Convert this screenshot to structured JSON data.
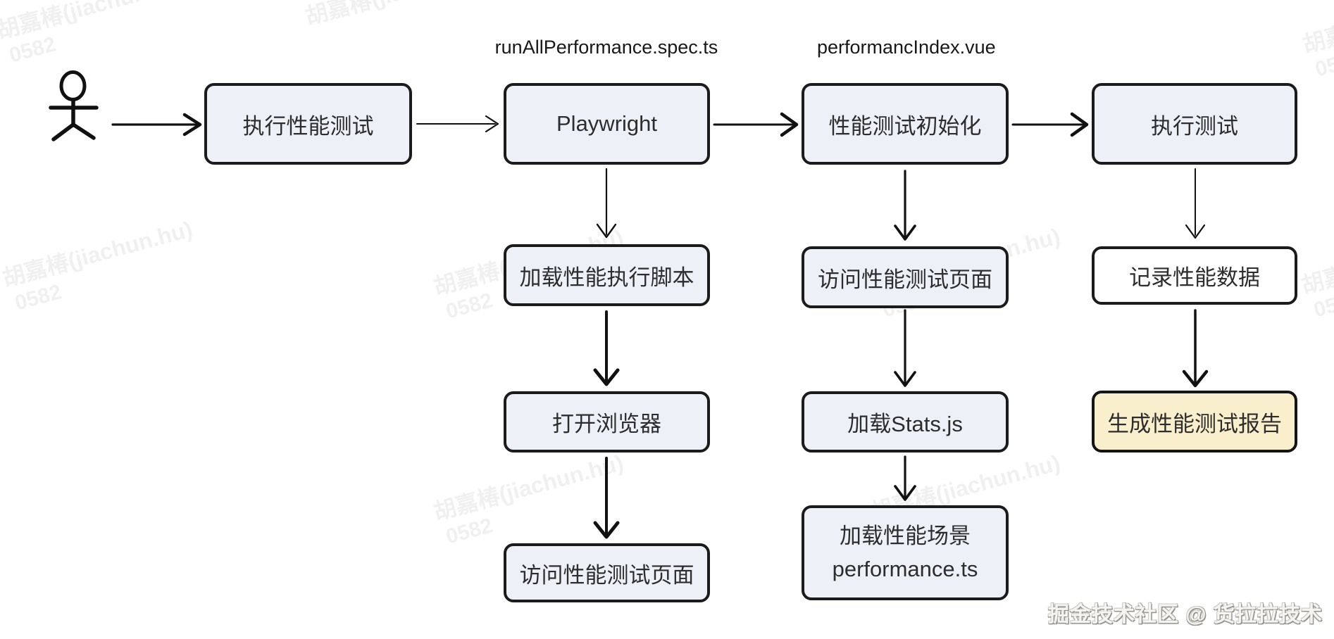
{
  "file_labels": {
    "spec": "runAllPerformance.spec.ts",
    "vue": "performancIndex.vue"
  },
  "nodes": {
    "exec_perf_test": "执行性能测试",
    "playwright": "Playwright",
    "perf_init": "性能测试初始化",
    "exec_test": "执行测试",
    "load_script": "加载性能执行脚本",
    "open_browser": "打开浏览器",
    "visit_page_1": "访问性能测试页面",
    "visit_page_2": "访问性能测试页面",
    "load_stats": "加载Stats.js",
    "load_scene_l1": "加载性能场景",
    "load_scene_l2": "performance.ts",
    "record_data": "记录性能数据",
    "gen_report": "生成性能测试报告"
  },
  "watermark": {
    "line1": "胡嘉椿(jiachun.hu)",
    "line2": "0582"
  },
  "footer": "掘金技术社区 @ 货拉拉技术",
  "colors": {
    "node_fill": "#edf1f7",
    "node_border": "#1b1b1b",
    "record_fill": "#ffffff",
    "report_fill": "#faefcc",
    "report_border": "#141414"
  }
}
